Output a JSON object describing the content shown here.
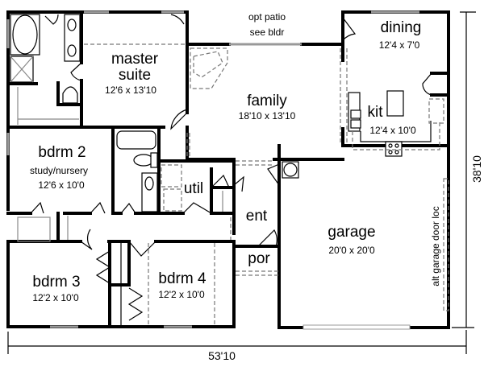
{
  "plan": {
    "rooms": [
      {
        "id": "master",
        "name_lines": [
          "master",
          "suite"
        ],
        "size": "12'6 x 13'10"
      },
      {
        "id": "family",
        "name": "family",
        "size": "18'10 x 13'10"
      },
      {
        "id": "dining",
        "name": "dining",
        "size": "12'4 x 7'0"
      },
      {
        "id": "kit",
        "name": "kit",
        "size": "12'4 x 10'0"
      },
      {
        "id": "bdrm2",
        "name": "bdrm 2",
        "subtitle": "study/nursery",
        "size": "12'6 x 10'0"
      },
      {
        "id": "util",
        "name": "util"
      },
      {
        "id": "ent",
        "name": "ent"
      },
      {
        "id": "garage",
        "name": "garage",
        "size": "20'0 x 20'0"
      },
      {
        "id": "por",
        "name": "por"
      },
      {
        "id": "bdrm3",
        "name": "bdrm 3",
        "size": "12'2 x 10'0"
      },
      {
        "id": "bdrm4",
        "name": "bdrm 4",
        "size": "12'2 x 10'0"
      }
    ],
    "notes": {
      "patio_line1": "opt patio",
      "patio_line2": "see bldr",
      "alt_garage": "alt garage door loc"
    },
    "dimensions": {
      "width": "53'10",
      "depth": "38'10"
    }
  }
}
